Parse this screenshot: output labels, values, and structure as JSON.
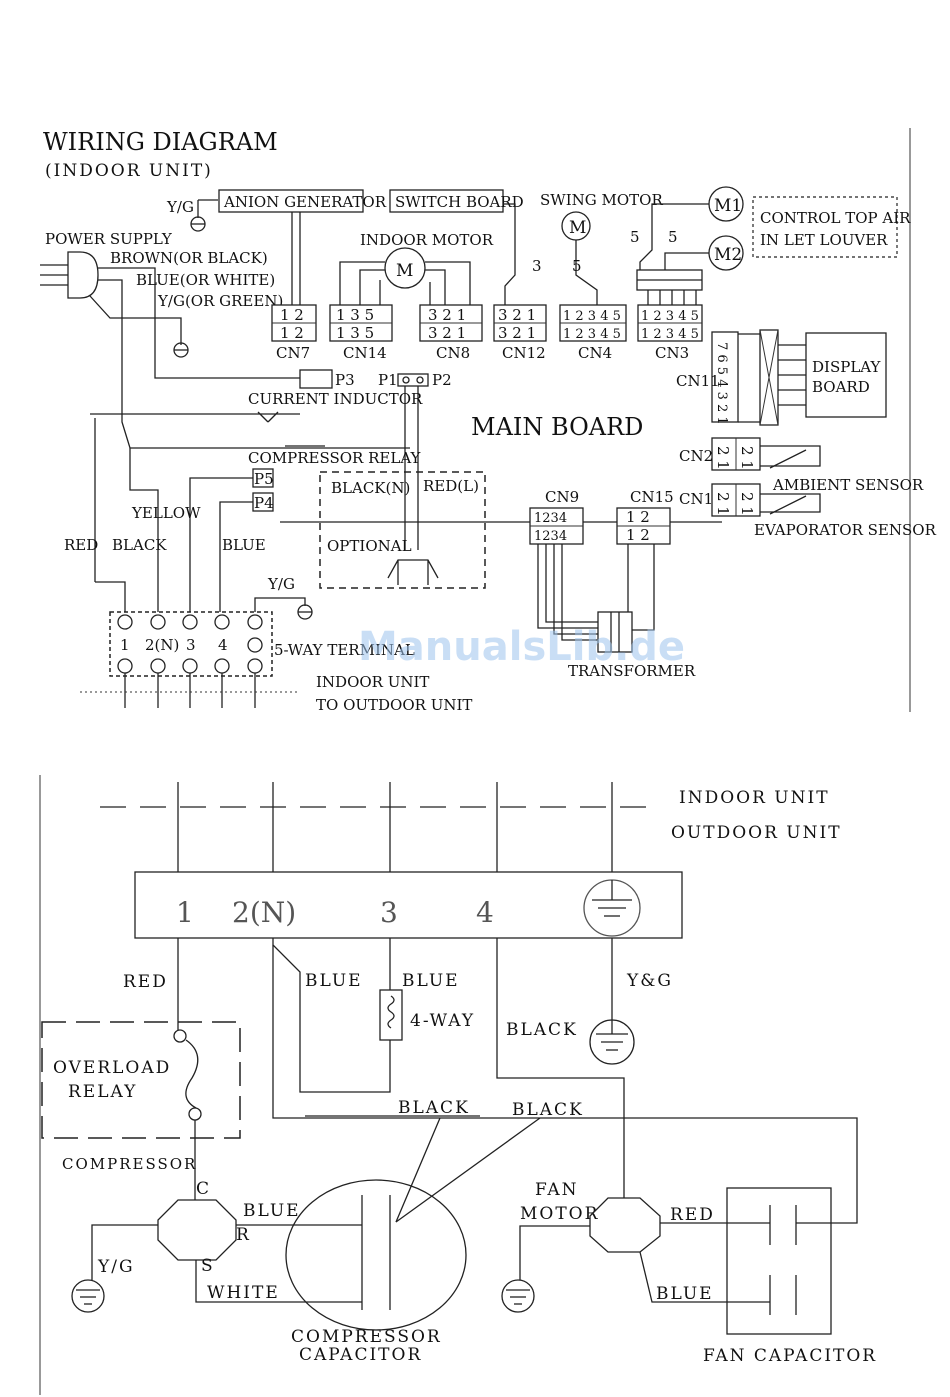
{
  "top": {
    "title": "WIRING DIAGRAM",
    "subtitle": "(INDOOR UNIT)",
    "yg_top": "Y/G",
    "anion": "ANION GENERATOR",
    "switch_board": "SWITCH BOARD",
    "swing_motor": "SWING MOTOR",
    "m_label": "M",
    "m1": "M1",
    "m2": "M2",
    "louver_line1": "CONTROL TOP AIR",
    "louver_line2": "IN LET LOUVER",
    "power_supply": "POWER SUPPLY",
    "brown": "BROWN(OR BLACK)",
    "blue_white": "BLUE(OR WHITE)",
    "yg_green": "Y/G(OR GREEN)",
    "indoor_motor": "INDOOR MOTOR",
    "n3": "3",
    "n5a": "5",
    "n5b": "5",
    "n5c": "5",
    "cn7": "CN7",
    "cn7_pins": "1 2",
    "cn14": "CN14",
    "cn14_pins": "1 3 5",
    "cn8": "CN8",
    "cn8_pins": "3 2 1",
    "cn12": "CN12",
    "cn12_pins": "3 2 1",
    "cn4": "CN4",
    "cn4_pins": "1 2 3 4 5",
    "cn3": "CN3",
    "cn3_pins": "1 2 3 4 5",
    "cn11": "CN11",
    "cn11_pins": "7 6 5 4 3 2 1",
    "display_board_1": "DISPLAY",
    "display_board_2": "BOARD",
    "p3": "P3",
    "p1": "P1",
    "p2": "P2",
    "current_inductor": "CURRENT INDUCTOR",
    "main_board": "MAIN BOARD",
    "compressor_relay": "COMPRESSOR RELAY",
    "p5": "P5",
    "p4": "P4",
    "black_n": "BLACK(N)",
    "red_l": "RED(L)",
    "optional": "OPTIONAL",
    "yellow": "YELLOW",
    "red": "RED",
    "black": "BLACK",
    "blue": "BLUE",
    "yg2": "Y/G",
    "cn2": "CN2",
    "cn1": "CN1",
    "cn9": "CN9",
    "cn15": "CN15",
    "cn9_pins": "1234",
    "cn15_pins": "1 2",
    "sensor_pins": "2 1",
    "ambient_sensor": "AMBIENT SENSOR",
    "evaporator_sensor": "EVAPORATOR SENSOR",
    "terminal_nums": [
      "1",
      "2(N)",
      "3",
      "4"
    ],
    "terminal_label": "5-WAY TERMINAL",
    "transformer": "TRANSFORMER",
    "indoor_to_outdoor_1": "INDOOR UNIT",
    "indoor_to_outdoor_2": "TO OUTDOOR UNIT"
  },
  "bottom": {
    "indoor_unit": "INDOOR UNIT",
    "outdoor_unit": "OUTDOOR UNIT",
    "terminal_nums": [
      "1",
      "2(N)",
      "3",
      "4"
    ],
    "red": "RED",
    "blue1": "BLUE",
    "blue2": "BLUE",
    "four_way": "4-WAY",
    "yg_amp": "Y&G",
    "black_right": "BLACK",
    "overload_1": "OVERLOAD",
    "overload_2": "RELAY",
    "black_mid1": "BLACK",
    "black_mid2": "BLACK",
    "compressor": "COMPRESSOR",
    "c": "C",
    "r": "R",
    "s": "S",
    "blue_comp": "BLUE",
    "yg": "Y/G",
    "white": "WHITE",
    "comp_cap_1": "COMPRESSOR",
    "comp_cap_2": "CAPACITOR",
    "fan_motor_1": "FAN",
    "fan_motor_2": "MOTOR",
    "red_fan": "RED",
    "blue_fan": "BLUE",
    "fan_capacitor": "FAN CAPACITOR"
  },
  "watermark": "ManualsLib.de"
}
